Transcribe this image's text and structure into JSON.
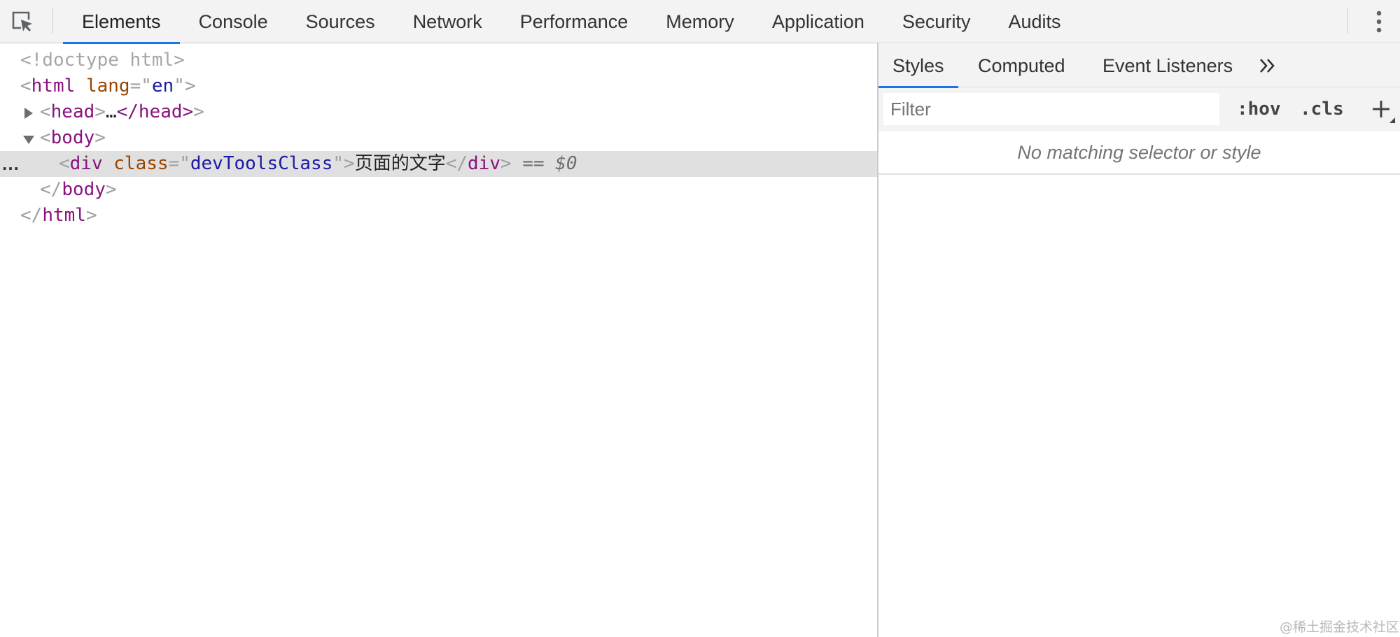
{
  "toolbar": {
    "inspect_icon": "element-picker-icon",
    "tabs": [
      {
        "label": "Elements",
        "active": true
      },
      {
        "label": "Console"
      },
      {
        "label": "Sources"
      },
      {
        "label": "Network"
      },
      {
        "label": "Performance"
      },
      {
        "label": "Memory"
      },
      {
        "label": "Application"
      },
      {
        "label": "Security"
      },
      {
        "label": "Audits"
      }
    ],
    "menu_icon": "more-vertical-icon"
  },
  "dom_tree": {
    "doctype": "<!doctype html>",
    "html_open": {
      "lt": "<",
      "tag": "html",
      "attr": "lang",
      "eq": "=\"",
      "val": "en",
      "end": "\">"
    },
    "head": {
      "open": "<",
      "tag": "head",
      "gt": ">",
      "ellipsis": "…",
      "close": "</head>",
      "close_gt": ">"
    },
    "body_open": {
      "lt": "<",
      "tag": "body",
      "gt": ">"
    },
    "div": {
      "lt": "<",
      "tag": "div",
      "attr": "class",
      "eq": "=\"",
      "val": "devToolsClass",
      "end": "\">",
      "text": "页面的文字",
      "close_lt": "</",
      "close_tag": "div",
      "close_gt": ">",
      "marker": "==",
      "ref": "$0"
    },
    "row_menu": "…",
    "body_close": {
      "lt": "</",
      "tag": "body",
      "gt": ">"
    },
    "html_close": {
      "lt": "</",
      "tag": "html",
      "gt": ">"
    }
  },
  "styles_pane": {
    "tabs": [
      {
        "label": "Styles",
        "active": true
      },
      {
        "label": "Computed"
      },
      {
        "label": "Event Listeners"
      }
    ],
    "more_tabs_icon": "double-chevron-right-icon",
    "filter": {
      "placeholder": "Filter",
      "value": ""
    },
    "hov_label": ":hov",
    "cls_label": ".cls",
    "new_rule_icon": "plus-icon",
    "empty_message": "No matching selector or style"
  },
  "watermark": "@稀土掘金技术社区",
  "colors": {
    "accent": "#1a73e8",
    "tag": "#881280",
    "attr": "#994500",
    "value": "#1a1aa6"
  }
}
